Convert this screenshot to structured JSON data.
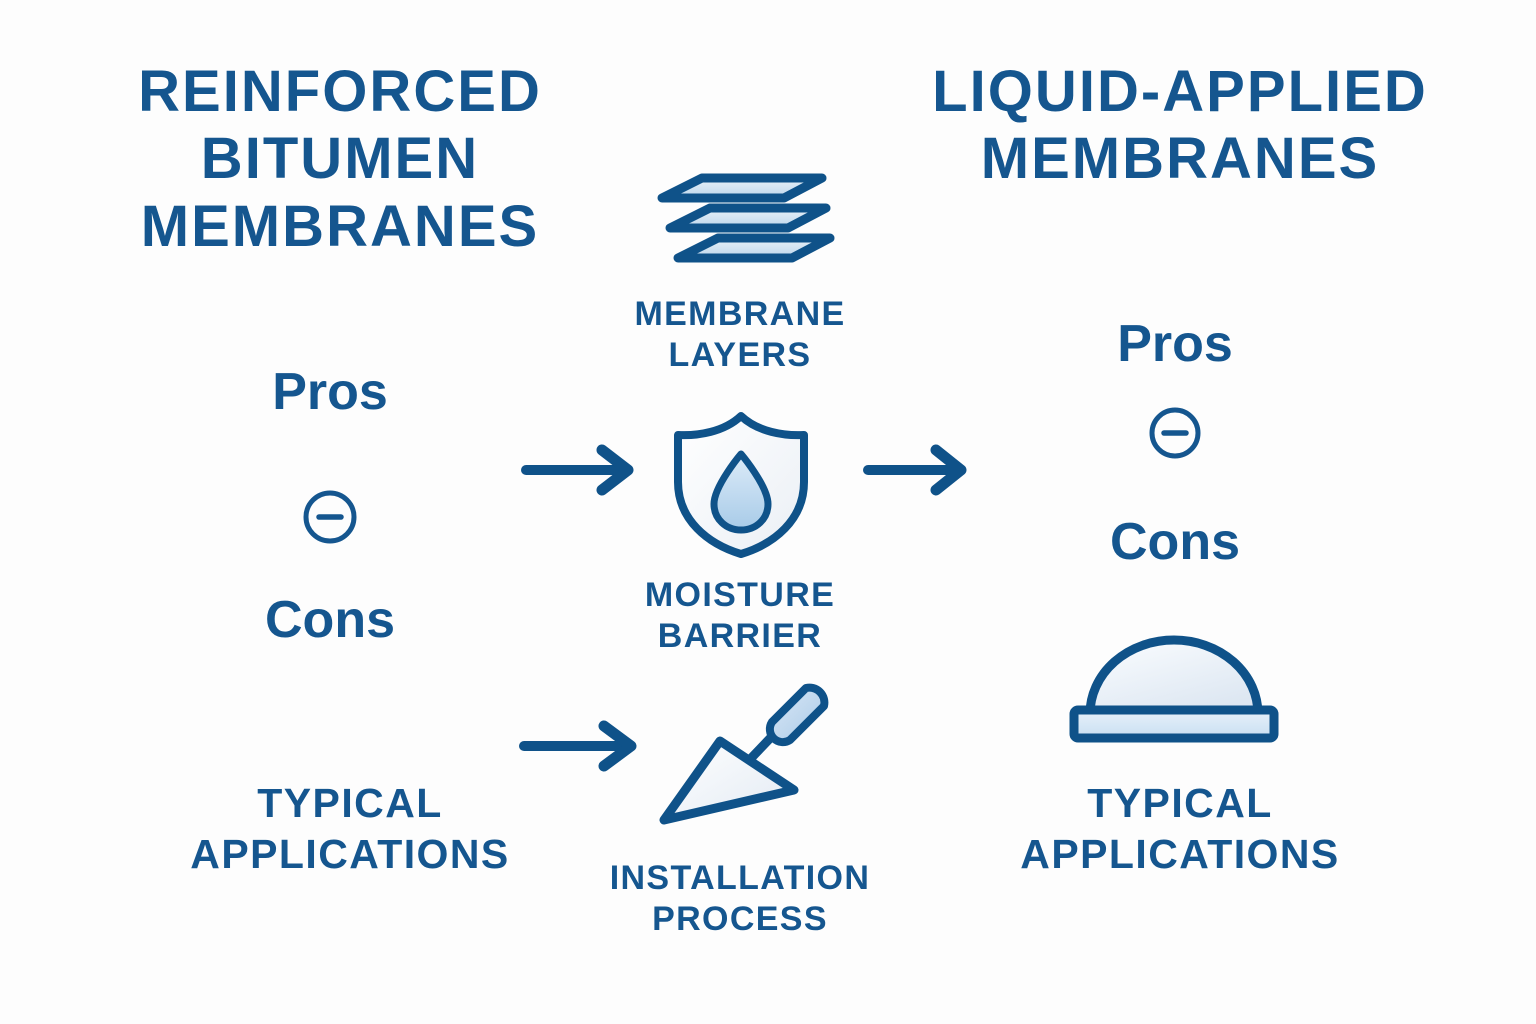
{
  "background_color": "#fdfdfd",
  "accent_color": "#15568f",
  "outline_color": "#0f5289",
  "fill_light": "#cfe2f3",
  "fill_pale": "#eef3f8",
  "left_column": {
    "title_lines": [
      "REINFORCED",
      "BITUMEN",
      "MEMBRANES"
    ],
    "pros_label": "Pros",
    "cons_label": "Cons",
    "divider_icon": "minus-circle-icon",
    "applications_lines": [
      "TYPICAL",
      "APPLICATIONS"
    ]
  },
  "right_column": {
    "title_lines": [
      "LIQUID-APPLIED",
      "MEMBRANES"
    ],
    "pros_label": "Pros",
    "cons_label": "Cons",
    "divider_icon": "minus-circle-icon",
    "applications_lines": [
      "TYPICAL",
      "APPLICATIONS"
    ]
  },
  "center_column": {
    "items": [
      {
        "icon": "membrane-layers-icon",
        "caption_lines": [
          "MEMBRANE",
          "LAYERS"
        ]
      },
      {
        "icon": "shield-droplet-icon",
        "caption_lines": [
          "MOISTURE",
          "BARRIER"
        ]
      },
      {
        "icon": "trowel-icon",
        "caption_lines": [
          "INSTALLATION",
          "PROCESS"
        ]
      }
    ]
  },
  "right_graphic": {
    "icon": "dome-coating-icon"
  },
  "arrows": [
    {
      "name": "arrow-left-to-shield",
      "direction": "right"
    },
    {
      "name": "arrow-shield-to-right",
      "direction": "right"
    },
    {
      "name": "arrow-left-to-trowel",
      "direction": "right"
    }
  ]
}
